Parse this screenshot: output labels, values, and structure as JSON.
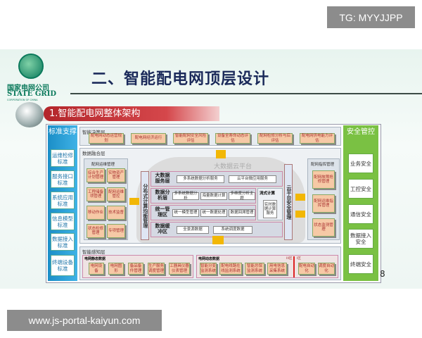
{
  "watermarks": {
    "top": "TG: MYYJJPP",
    "bottom": "www.js-portal-kaiyun.com"
  },
  "logo": {
    "cn": "国家电网公司",
    "en": "STATE GRID",
    "sub": "CORPORATION OF CHINA"
  },
  "title": "二、智能配电网顶层设计",
  "section": "1.智能配电网整体架构",
  "page_number": "8",
  "left_column": {
    "header": "标准支撑",
    "items": [
      "运维检修标准",
      "服务接口标准",
      "系统应用标准",
      "信息模型标准",
      "数据接入标准",
      "终端设备标准"
    ]
  },
  "right_column": {
    "header": "安全管控",
    "items": [
      "业务安全",
      "工控安全",
      "通信安全",
      "数据接入安全",
      "终端安全"
    ]
  },
  "decision_layer": {
    "label": "智能决策层",
    "items": [
      "配电网动态运营规划",
      "配电网经济运行",
      "智能配网安全风险评估",
      "设备全寿命动态评估",
      "配网检修分析与后评估",
      "配电网供电能力评估"
    ]
  },
  "fusion_layer": {
    "label": "数据融合层",
    "ops": {
      "label": "配网运维管理",
      "items": [
        "综合生产计划管理",
        "实物资产管理",
        "工程储备项管理",
        "配网运维管控",
        "移动作业",
        "技术监督",
        "状态检修管理",
        "专项管理"
      ]
    },
    "distributed": "分布式计算均衡管理",
    "cloud": "大数据云平台",
    "rows": [
      {
        "label": "大数据服务层",
        "items": [
          "多系统数据分析服务",
          "云平台微应用服务"
        ]
      },
      {
        "label": "数据分析层",
        "items": [
          "多系统数据分析",
          "海量数据计算",
          "多维度分析主题"
        ]
      },
      {
        "label": "统一管理区",
        "items": [
          "统一模型管理",
          "统一数据处理",
          "数据回溯管理"
        ]
      },
      {
        "label": "数据缓冲区",
        "items": [
          "全景源数据",
          "系统调度数据"
        ]
      }
    ],
    "stream": {
      "label": "流式计算",
      "item": "实时数据计算服务"
    },
    "cloud_security": "云平台安全管理",
    "command": {
      "label": "配网指挥管理",
      "items": [
        "配网故障抢修管理",
        "配网运维指挥管理",
        "状态监测管理"
      ]
    }
  },
  "perception_layer": {
    "label": "智能感知层",
    "static": {
      "label": "电网静态数据",
      "items": [
        "电网设备",
        "电网图形",
        "备品备件管理",
        "生产服务调度管理",
        "工器具仪器仪表管理"
      ]
    },
    "dynamic": {
      "label": "电网动态数据",
      "items": [
        "智能分变监测系统",
        "配电线路在线监测系统",
        "智能总保监测系统",
        "用电信息采集系统"
      ],
      "zone_left": "III区",
      "zone_right": "I区",
      "items2": [
        "配电自动化",
        "调度自动化"
      ]
    }
  }
}
